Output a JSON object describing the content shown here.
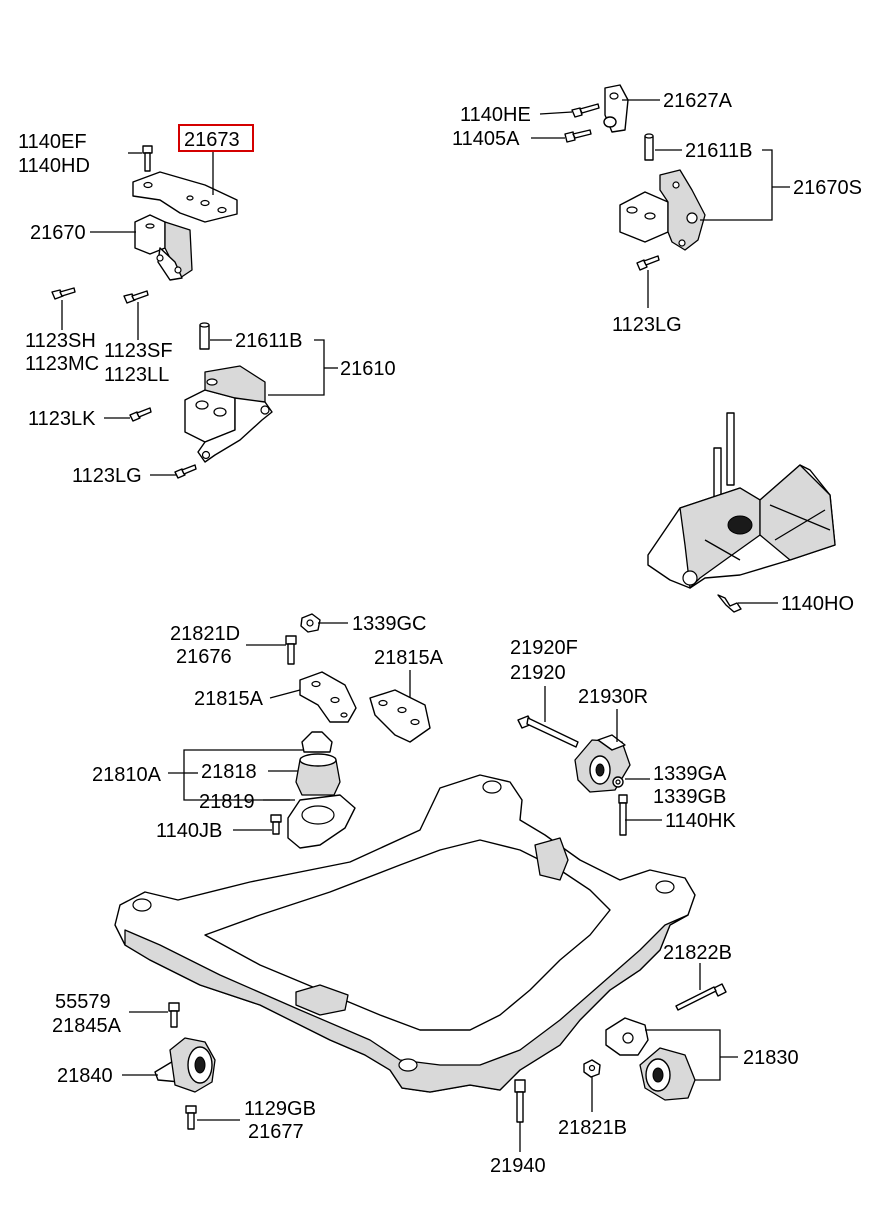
{
  "labels": {
    "l_1140EF": "1140EF",
    "l_1140HD": "1140HD",
    "l_21673": "21673",
    "l_21670": "21670",
    "l_1123SH": "1123SH",
    "l_1123MC": "1123MC",
    "l_1123SF": "1123SF",
    "l_1123LL": "1123LL",
    "l_21611B_a": "21611B",
    "l_21610": "21610",
    "l_1123LK": "1123LK",
    "l_1123LG_a": "1123LG",
    "l_1140HE": "1140HE",
    "l_11405A": "11405A",
    "l_21627A": "21627A",
    "l_21611B_b": "21611B",
    "l_21670S": "21670S",
    "l_1123LG_b": "1123LG",
    "l_1140HO": "1140HO",
    "l_21821D": "21821D",
    "l_21676": "21676",
    "l_1339GC": "1339GC",
    "l_21815A_a": "21815A",
    "l_21815A_b": "21815A",
    "l_21810A": "21810A",
    "l_21818": "21818",
    "l_21819": "21819",
    "l_1140JB": "1140JB",
    "l_21920F": "21920F",
    "l_21920": "21920",
    "l_21930R": "21930R",
    "l_1339GA": "1339GA",
    "l_1339GB": "1339GB",
    "l_1140HK": "1140HK",
    "l_21822B": "21822B",
    "l_21830": "21830",
    "l_55579": "55579",
    "l_21845A": "21845A",
    "l_21840": "21840",
    "l_1129GB": "1129GB",
    "l_21677": "21677",
    "l_21940": "21940",
    "l_21821B": "21821B"
  },
  "highlight_color": "#d40000"
}
